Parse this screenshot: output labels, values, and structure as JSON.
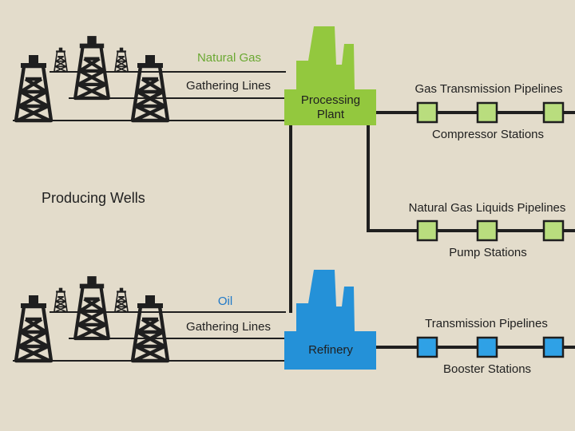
{
  "labels": {
    "producing_wells": "Producing Wells",
    "natural_gas": "Natural Gas",
    "gas_gathering": "Gathering Lines",
    "oil": "Oil",
    "oil_gathering": "Gathering Lines",
    "processing_plant": "Processing\nPlant",
    "refinery": "Refinery",
    "gas_transmission": "Gas Transmission Pipelines",
    "compressor_stations": "Compressor Stations",
    "ngl_pipelines": "Natural Gas Liquids Pipelines",
    "pump_stations": "Pump Stations",
    "transmission_pipelines": "Transmission Pipelines",
    "booster_stations": "Booster Stations"
  },
  "colors": {
    "background": "#e3dccb",
    "gas": "#93c83e",
    "gas_text": "#6aa832",
    "oil": "#2491d8",
    "oil_text": "#1e78c8",
    "station_gas": "#b9dd7e",
    "station_oil": "#2fa1e6",
    "line": "#1f1f1f"
  },
  "icons": {
    "well": "oil-derrick-icon",
    "plant": "factory-icon",
    "station": "station-square-icon"
  }
}
